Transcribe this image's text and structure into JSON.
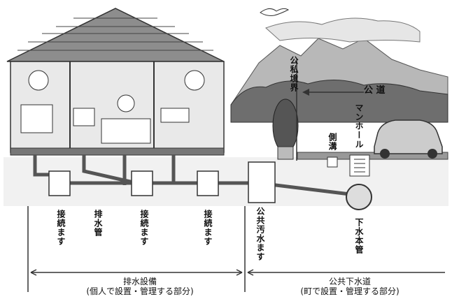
{
  "labels": {
    "public_boundary": "公私境界",
    "public_road": "公 道",
    "manhole": "マンホール",
    "side_ditch": "側溝",
    "connection_1": "接続ます",
    "drain_pipe": "排水管",
    "connection_2": "接続ます",
    "connection_3": "接続ます",
    "public_sewage_basin": "公共汚水ます",
    "sewer_main": "下水本管"
  },
  "sections": {
    "private": {
      "title": "排水設備",
      "subtitle": "(個人で設置・管理する部分)"
    },
    "public": {
      "title": "公共下水道",
      "subtitle": "(町で設置・管理する部分)"
    }
  }
}
